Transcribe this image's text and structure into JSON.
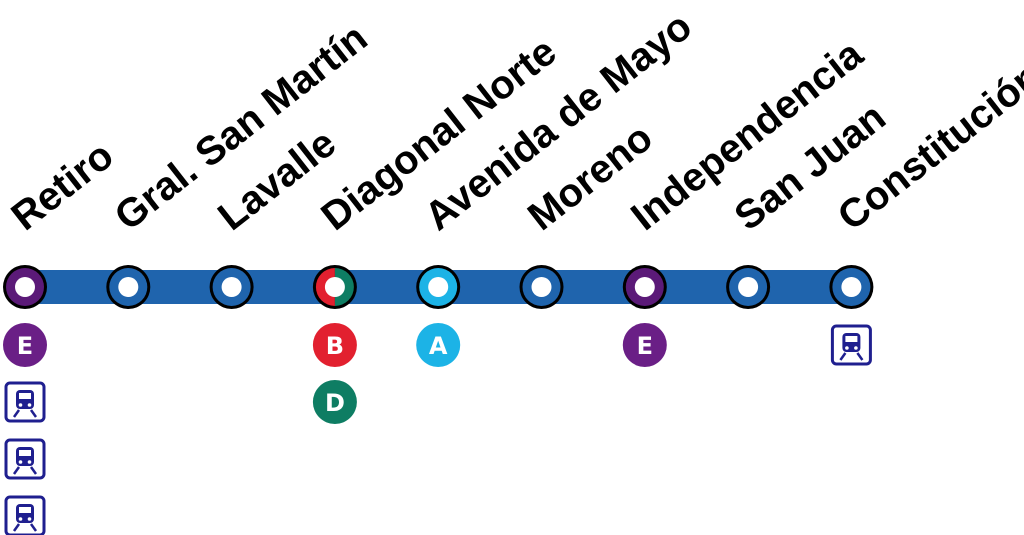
{
  "line": {
    "color": "#1f64ad",
    "stations": [
      {
        "name": "Retiro",
        "ring": "#5b1a78",
        "connections": [
          {
            "type": "line",
            "letter": "E",
            "color": "#6a1f86"
          },
          {
            "type": "train"
          },
          {
            "type": "train"
          },
          {
            "type": "train"
          }
        ]
      },
      {
        "name": "Gral. San Martín",
        "ring": "#1f64ad",
        "connections": []
      },
      {
        "name": "Lavalle",
        "ring": "#1f64ad",
        "connections": []
      },
      {
        "name": "Diagonal Norte",
        "ring_split": [
          "#e2202f",
          "#0e7d63"
        ],
        "connections": [
          {
            "type": "line",
            "letter": "B",
            "color": "#e2202f"
          },
          {
            "type": "line",
            "letter": "D",
            "color": "#0e7d63"
          }
        ]
      },
      {
        "name": "Avenida de Mayo",
        "ring": "#1cb3e6",
        "connections": [
          {
            "type": "line",
            "letter": "A",
            "color": "#1cb3e6"
          }
        ]
      },
      {
        "name": "Moreno",
        "ring": "#1f64ad",
        "connections": []
      },
      {
        "name": "Independencia",
        "ring": "#5b1a78",
        "connections": [
          {
            "type": "line",
            "letter": "E",
            "color": "#6a1f86"
          }
        ]
      },
      {
        "name": "San Juan",
        "ring": "#1f64ad",
        "connections": []
      },
      {
        "name": "Constitución",
        "ring": "#1f64ad",
        "connections": [
          {
            "type": "train"
          }
        ]
      }
    ]
  },
  "train_icon_color": "#1f1f8f"
}
